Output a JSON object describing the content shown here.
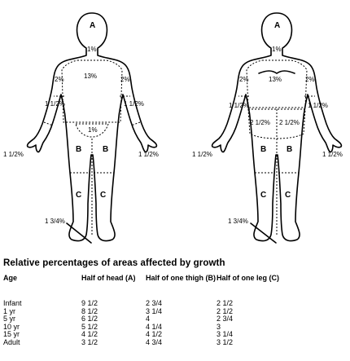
{
  "labels": {
    "head": "A",
    "neck": "1%",
    "chest": "13%",
    "upper_arm": "2%",
    "forearm": "1 1/2%",
    "hand": "1 1/2%",
    "genital": "1%",
    "thigh": "B",
    "leg": "C",
    "foot": "1 3/4%",
    "buttock": "2 1/2%"
  },
  "table": {
    "title": "Relative percentages of areas affected by growth",
    "headers": [
      "Age",
      "Half of head (A)",
      "Half of one thigh (B)",
      "Half of one leg (C)"
    ],
    "rows": [
      [
        "Infant",
        "9 1/2",
        "2 3/4",
        "2 1/2"
      ],
      [
        "1 yr",
        "8 1/2",
        "3 1/4",
        "2 1/2"
      ],
      [
        "5 yr",
        "6 1/2",
        "4",
        "2 3/4"
      ],
      [
        "10 yr",
        "5 1/2",
        "4 1/4",
        "3"
      ],
      [
        "15 yr",
        "4 1/2",
        "4 1/2",
        "3 1/4"
      ],
      [
        "Adult",
        "3 1/2",
        "4 3/4",
        "3 1/2"
      ]
    ]
  }
}
